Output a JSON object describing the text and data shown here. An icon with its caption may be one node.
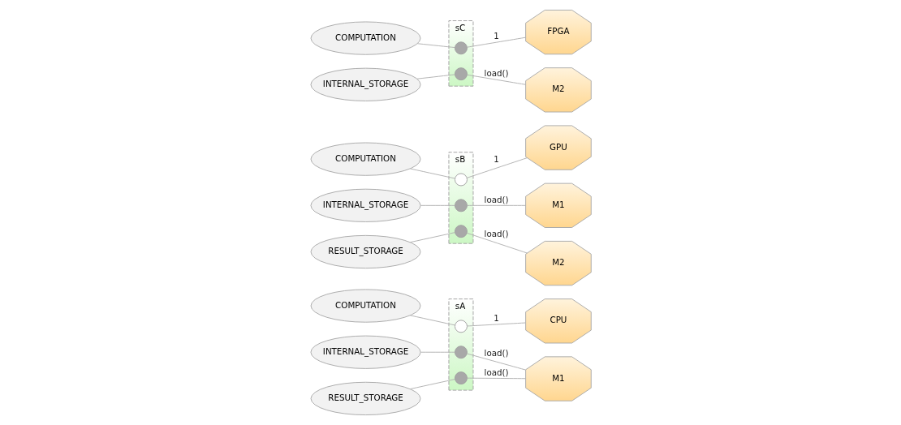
{
  "diagram": {
    "nodes": [
      {
        "text": [
          "COMPUTATION"
        ]
      },
      {
        "text": [
          "INTERNAL_STORAGE"
        ]
      },
      {
        "text": [
          "RESULT_STORAGE"
        ]
      },
      {
        "text": [
          "sA"
        ]
      },
      {
        "text": [],
        "shape": "circle",
        "in": 3
      },
      {
        "text": [],
        "shape": "circle",
        "in": 3
      },
      {
        "text": [],
        "shape": "circle",
        "in": 3
      },
      {
        "text": [
          "CPU"
        ]
      },
      {
        "text": [
          "M1"
        ]
      },
      {
        "text": [
          "COMPUTATION"
        ]
      },
      {
        "text": [
          "INTERNAL_STORAGE"
        ]
      },
      {
        "text": [
          "RESULT_STORAGE"
        ]
      },
      {
        "text": [
          "sB"
        ]
      },
      {
        "text": [],
        "shape": "circle",
        "in": 12
      },
      {
        "text": [],
        "shape": "circle",
        "in": 12
      },
      {
        "text": [],
        "shape": "circle",
        "in": 12
      },
      {
        "text": [
          "GPU"
        ]
      },
      {
        "text": [
          "M1"
        ]
      },
      {
        "text": [
          "M2"
        ]
      },
      {
        "text": [
          "COMPUTATION"
        ]
      },
      {
        "text": [
          "INTERNAL_STORAGE"
        ]
      },
      {
        "text": [
          "sC"
        ]
      },
      {
        "text": [],
        "shape": "circle",
        "in": 21
      },
      {
        "text": [],
        "shape": "circle",
        "in": 21
      },
      {
        "text": [
          "FPGA"
        ]
      },
      {
        "text": [
          "M2"
        ]
      }
    ],
    "edges": [
      {
        "from": 0,
        "to": 4,
        "arrow": "none"
      },
      {
        "from": 4,
        "to": 7,
        "arrow": "none",
        "label": "1"
      },
      {
        "from": 1,
        "to": 5,
        "arrow": "none"
      },
      {
        "from": 5,
        "to": 8,
        "arrow": "none",
        "label": "load()"
      },
      {
        "from": 2,
        "to": 6,
        "arrow": "none"
      },
      {
        "from": 6,
        "to": 8,
        "arrow": "none",
        "label": "load()"
      },
      {
        "from": 9,
        "to": 13,
        "arrow": "none"
      },
      {
        "from": 13,
        "to": 16,
        "arrow": "none",
        "label": "1"
      },
      {
        "from": 10,
        "to": 14,
        "arrow": "none"
      },
      {
        "from": 14,
        "to": 17,
        "arrow": "none",
        "label": "load()"
      },
      {
        "from": 11,
        "to": 15,
        "arrow": "none"
      },
      {
        "from": 15,
        "to": 18,
        "arrow": "none",
        "label": "load()"
      },
      {
        "from": 19,
        "to": 22,
        "arrow": "none"
      },
      {
        "from": 22,
        "to": 24,
        "arrow": "none",
        "label": "1"
      },
      {
        "from": 20,
        "to": 23,
        "arrow": "none"
      },
      {
        "from": 23,
        "to": 25,
        "arrow": "none",
        "label": "load()"
      }
    ]
  }
}
